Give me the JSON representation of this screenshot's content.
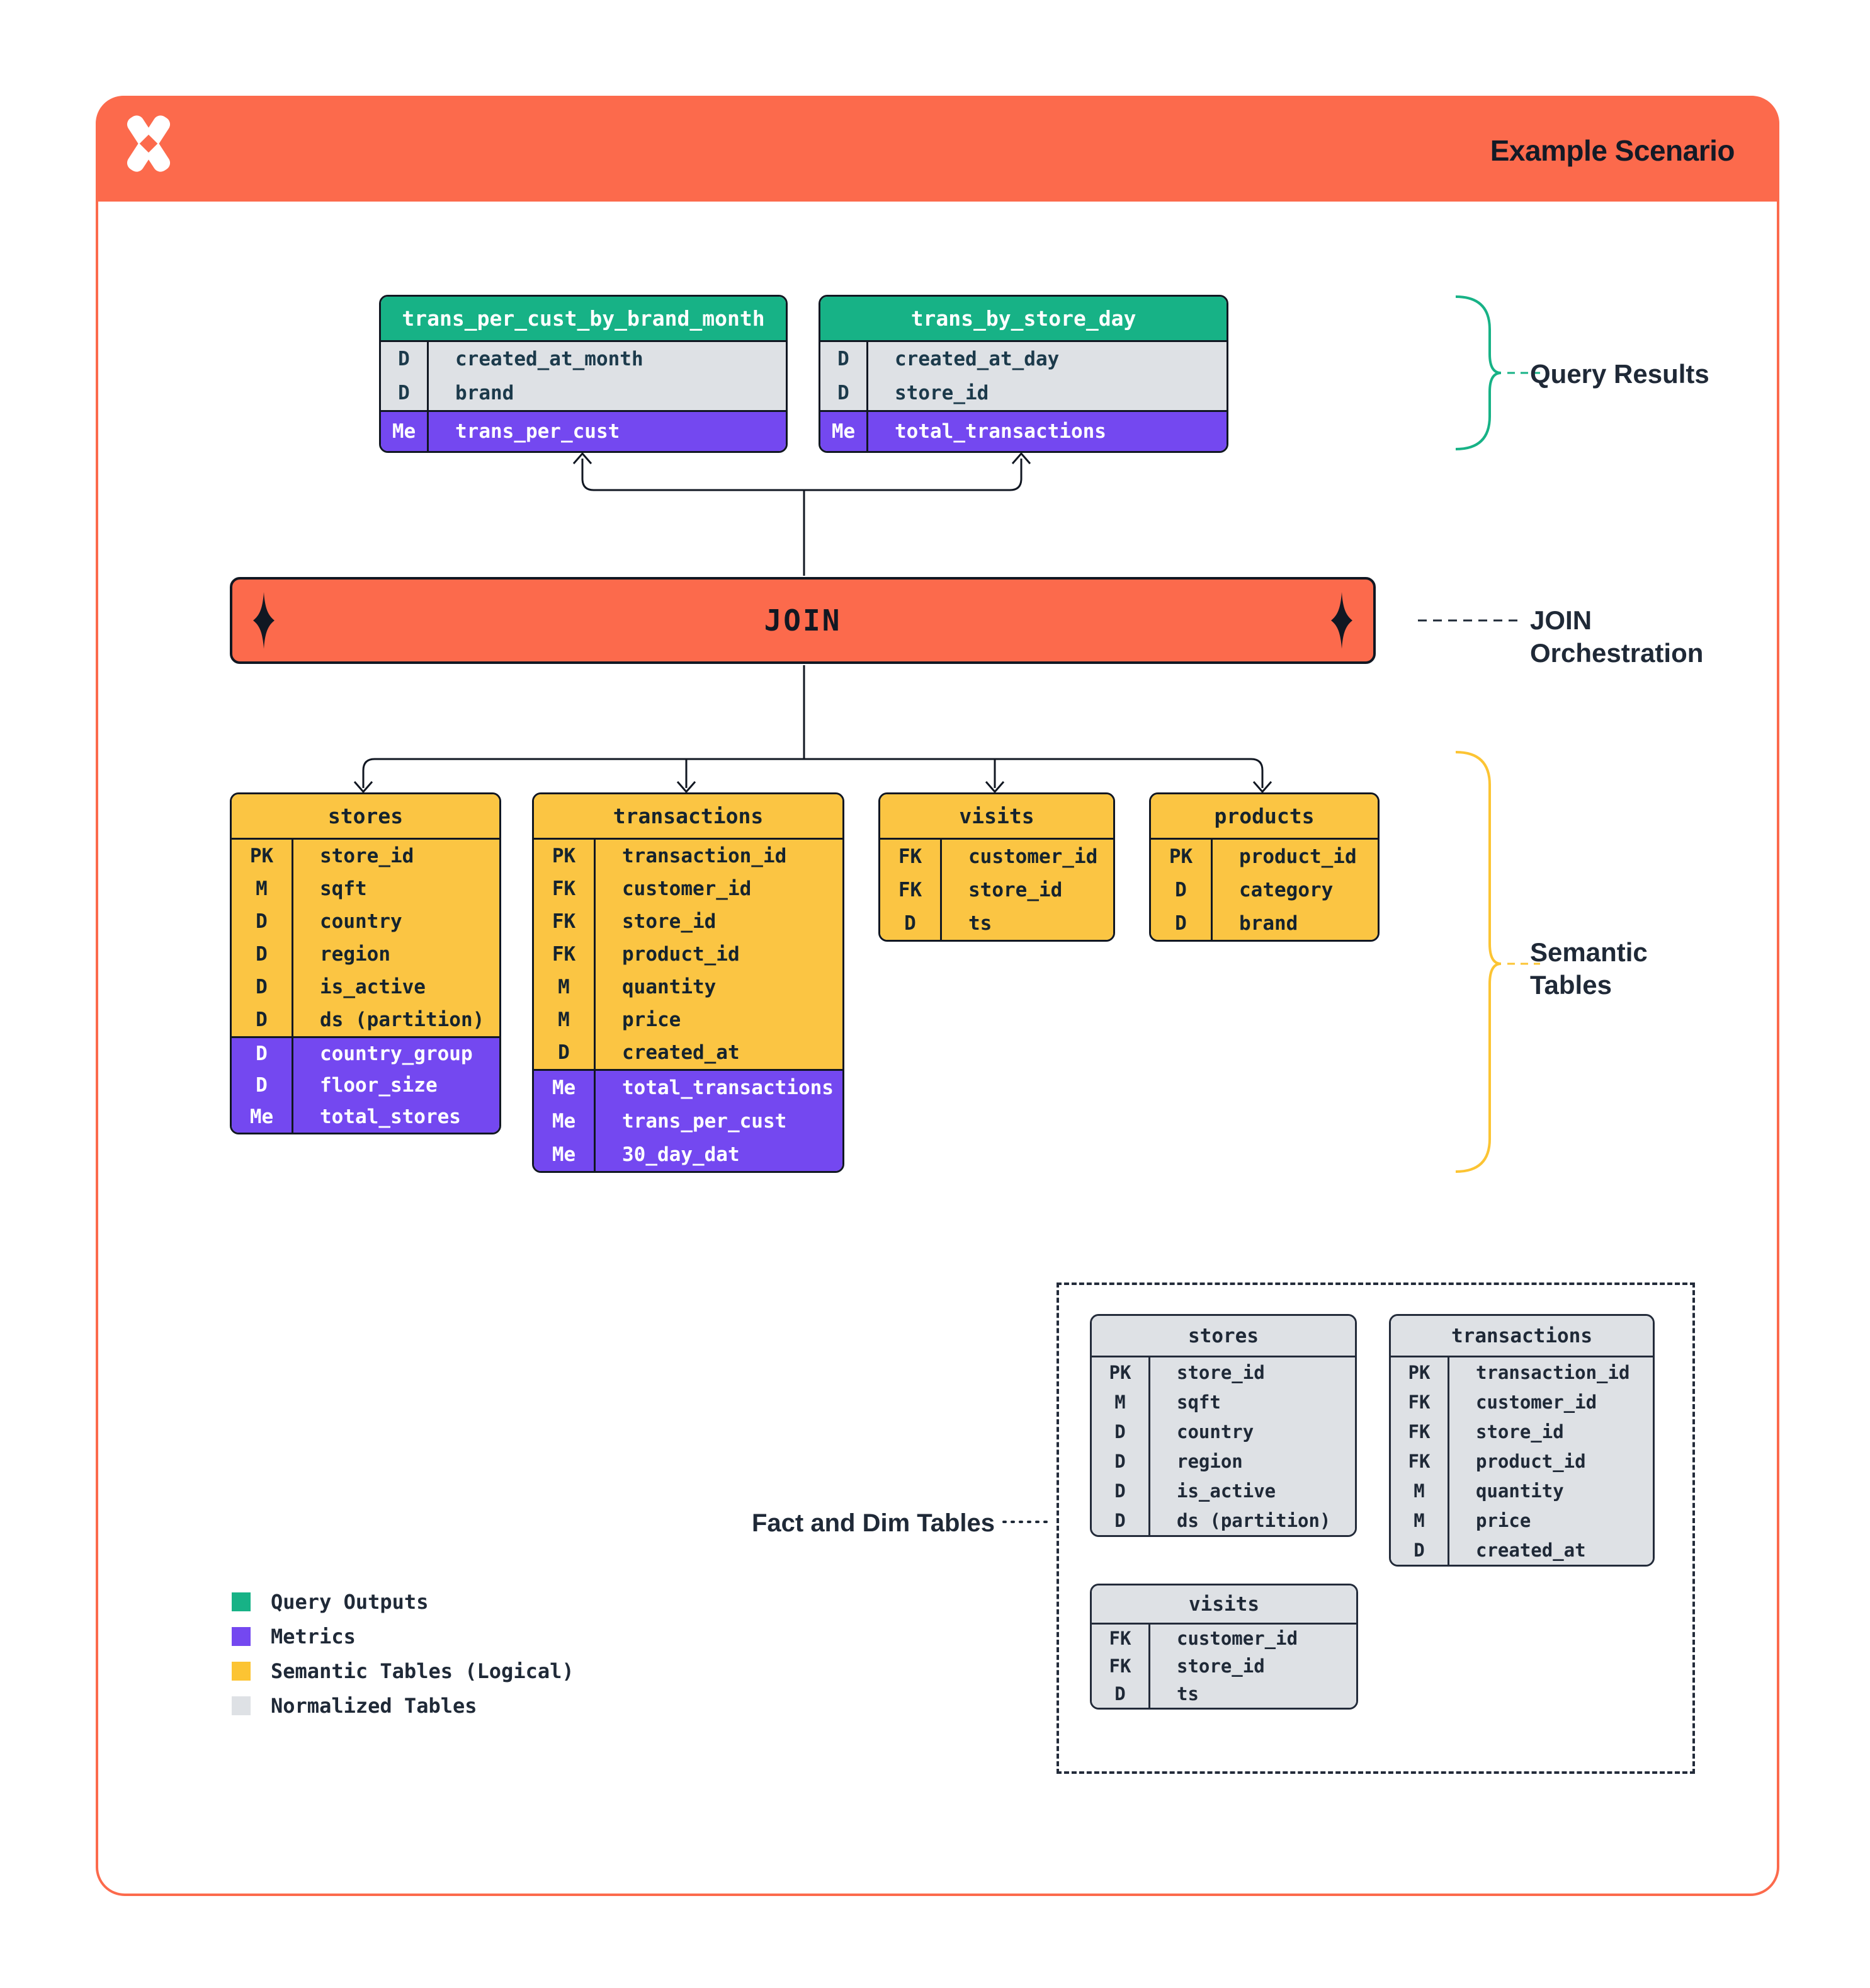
{
  "header": {
    "title": "Example Scenario",
    "logo": "dagster-x-logo"
  },
  "join_bar": {
    "label": "JOIN"
  },
  "annotations": {
    "query_results": "Query Results",
    "join_orchestration": [
      "JOIN",
      "Orchestration"
    ],
    "semantic_tables": [
      "Semantic",
      "Tables"
    ],
    "fact_and_dim": "Fact and Dim Tables"
  },
  "query_tables": [
    {
      "name": "trans_per_cust_by_brand_month",
      "rows": [
        [
          "D",
          "created_at_month"
        ],
        [
          "D",
          "brand"
        ]
      ],
      "metric_rows": [
        [
          "Me",
          "trans_per_cust"
        ]
      ]
    },
    {
      "name": "trans_by_store_day",
      "rows": [
        [
          "D",
          "created_at_day"
        ],
        [
          "D",
          "store_id"
        ]
      ],
      "metric_rows": [
        [
          "Me",
          "total_transactions"
        ]
      ]
    }
  ],
  "semantic_tables": [
    {
      "name": "stores",
      "rows": [
        [
          "PK",
          "store_id"
        ],
        [
          "M",
          "sqft"
        ],
        [
          "D",
          "country"
        ],
        [
          "D",
          "region"
        ],
        [
          "D",
          "is_active"
        ],
        [
          "D",
          "ds (partition)"
        ]
      ],
      "metric_rows": [
        [
          "D",
          "country_group"
        ],
        [
          "D",
          "floor_size"
        ],
        [
          "Me",
          "total_stores"
        ]
      ]
    },
    {
      "name": "transactions",
      "rows": [
        [
          "PK",
          "transaction_id"
        ],
        [
          "FK",
          "customer_id"
        ],
        [
          "FK",
          "store_id"
        ],
        [
          "FK",
          "product_id"
        ],
        [
          "M",
          "quantity"
        ],
        [
          "M",
          "price"
        ],
        [
          "D",
          "created_at"
        ]
      ],
      "metric_rows": [
        [
          "Me",
          "total_transactions"
        ],
        [
          "Me",
          "trans_per_cust"
        ],
        [
          "Me",
          "30_day_dat"
        ]
      ]
    },
    {
      "name": "visits",
      "rows": [
        [
          "FK",
          "customer_id"
        ],
        [
          "FK",
          "store_id"
        ],
        [
          "D",
          "ts"
        ]
      ],
      "metric_rows": []
    },
    {
      "name": "products",
      "rows": [
        [
          "PK",
          "product_id"
        ],
        [
          "D",
          "category"
        ],
        [
          "D",
          "brand"
        ]
      ],
      "metric_rows": []
    }
  ],
  "normalized_tables": [
    {
      "name": "stores",
      "rows": [
        [
          "PK",
          "store_id"
        ],
        [
          "M",
          "sqft"
        ],
        [
          "D",
          "country"
        ],
        [
          "D",
          "region"
        ],
        [
          "D",
          "is_active"
        ],
        [
          "D",
          "ds (partition)"
        ]
      ]
    },
    {
      "name": "transactions",
      "rows": [
        [
          "PK",
          "transaction_id"
        ],
        [
          "FK",
          "customer_id"
        ],
        [
          "FK",
          "store_id"
        ],
        [
          "FK",
          "product_id"
        ],
        [
          "M",
          "quantity"
        ],
        [
          "M",
          "price"
        ],
        [
          "D",
          "created_at"
        ]
      ]
    },
    {
      "name": "visits",
      "rows": [
        [
          "FK",
          "customer_id"
        ],
        [
          "FK",
          "store_id"
        ],
        [
          "D",
          "ts"
        ]
      ]
    }
  ],
  "legend": [
    {
      "color": "#17B286",
      "label": "Query Outputs"
    },
    {
      "color": "#7448F0",
      "label": "Metrics"
    },
    {
      "color": "#FCC433",
      "label": "Semantic Tables (Logical)"
    },
    {
      "color": "#DEE1E5",
      "label": "Normalized Tables"
    }
  ],
  "colors": {
    "accent_orange": "#FC6A4C",
    "query_output_green": "#17B286",
    "metric_purple": "#7448F0",
    "semantic_yellow": "#FBC543",
    "normalized_gray": "#DEE1E5",
    "ink": "#111722",
    "text_dark": "#1F2937"
  }
}
